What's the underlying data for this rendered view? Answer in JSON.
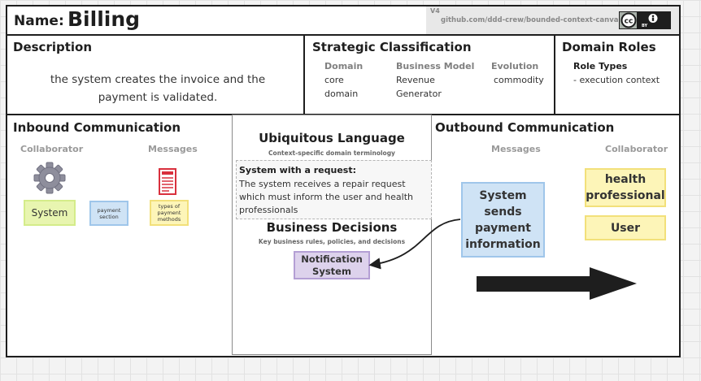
{
  "header": {
    "name_label": "Name:",
    "name_value": "Billing",
    "version": "V4",
    "link": "github.com/ddd-crew/bounded-context-canvas",
    "license_badge": "cc-by-icon",
    "license_by": "BY"
  },
  "description": {
    "title": "Description",
    "text_line1": "the system creates the invoice and the",
    "text_line2": "payment is validated."
  },
  "strategic": {
    "title": "Strategic Classification",
    "domain_head": "Domain",
    "domain_line1": "core",
    "domain_line2": "domain",
    "model_head": "Business Model",
    "model_line1": "Revenue",
    "model_line2": "Generator",
    "evolution_head": "Evolution",
    "evolution_value": "commodity"
  },
  "roles": {
    "title": "Domain Roles",
    "head": "Role Types",
    "value": "- execution context"
  },
  "inbound": {
    "title": "Inbound Communication",
    "collaborator_head": "Collaborator",
    "messages_head": "Messages",
    "collaborator_sticky": "System",
    "message_sticky_blue_line1": "payment",
    "message_sticky_blue_line2": "section",
    "message_sticky_yellow_line1": "types of",
    "message_sticky_yellow_line2": "payment",
    "message_sticky_yellow_line3": "methods",
    "gear_icon": "gear-icon",
    "document_icon": "document-icon"
  },
  "ubiquitous": {
    "title": "Ubiquitous Language",
    "subtitle": "Context-specific domain terminology",
    "term": "System with a request:",
    "def_line1": "The system receives a repair request",
    "def_line2": "which must inform the user and health",
    "def_line3": "professionals"
  },
  "decisions": {
    "title": "Business Decisions",
    "subtitle": "Key business rules, policies, and decisions",
    "sticky_line1": "Notification",
    "sticky_line2": "System"
  },
  "outbound": {
    "title": "Outbound Communication",
    "messages_head": "Messages",
    "collaborator_head": "Collaborator",
    "message_line1": "System",
    "message_line2": "sends",
    "message_line3": "payment",
    "message_line4": "information",
    "collab1_line1": "health",
    "collab1_line2": "professional",
    "collab2": "User",
    "arrow_icon": "right-arrow-icon"
  },
  "colors": {
    "yellow_sticky": "#fdf5b8",
    "green_sticky": "#e8f5b0",
    "blue_sticky": "#cfe3f5",
    "purple_sticky": "#ddd2ec",
    "document_red": "#d9303d",
    "gear_grey": "#8e8e9c"
  }
}
